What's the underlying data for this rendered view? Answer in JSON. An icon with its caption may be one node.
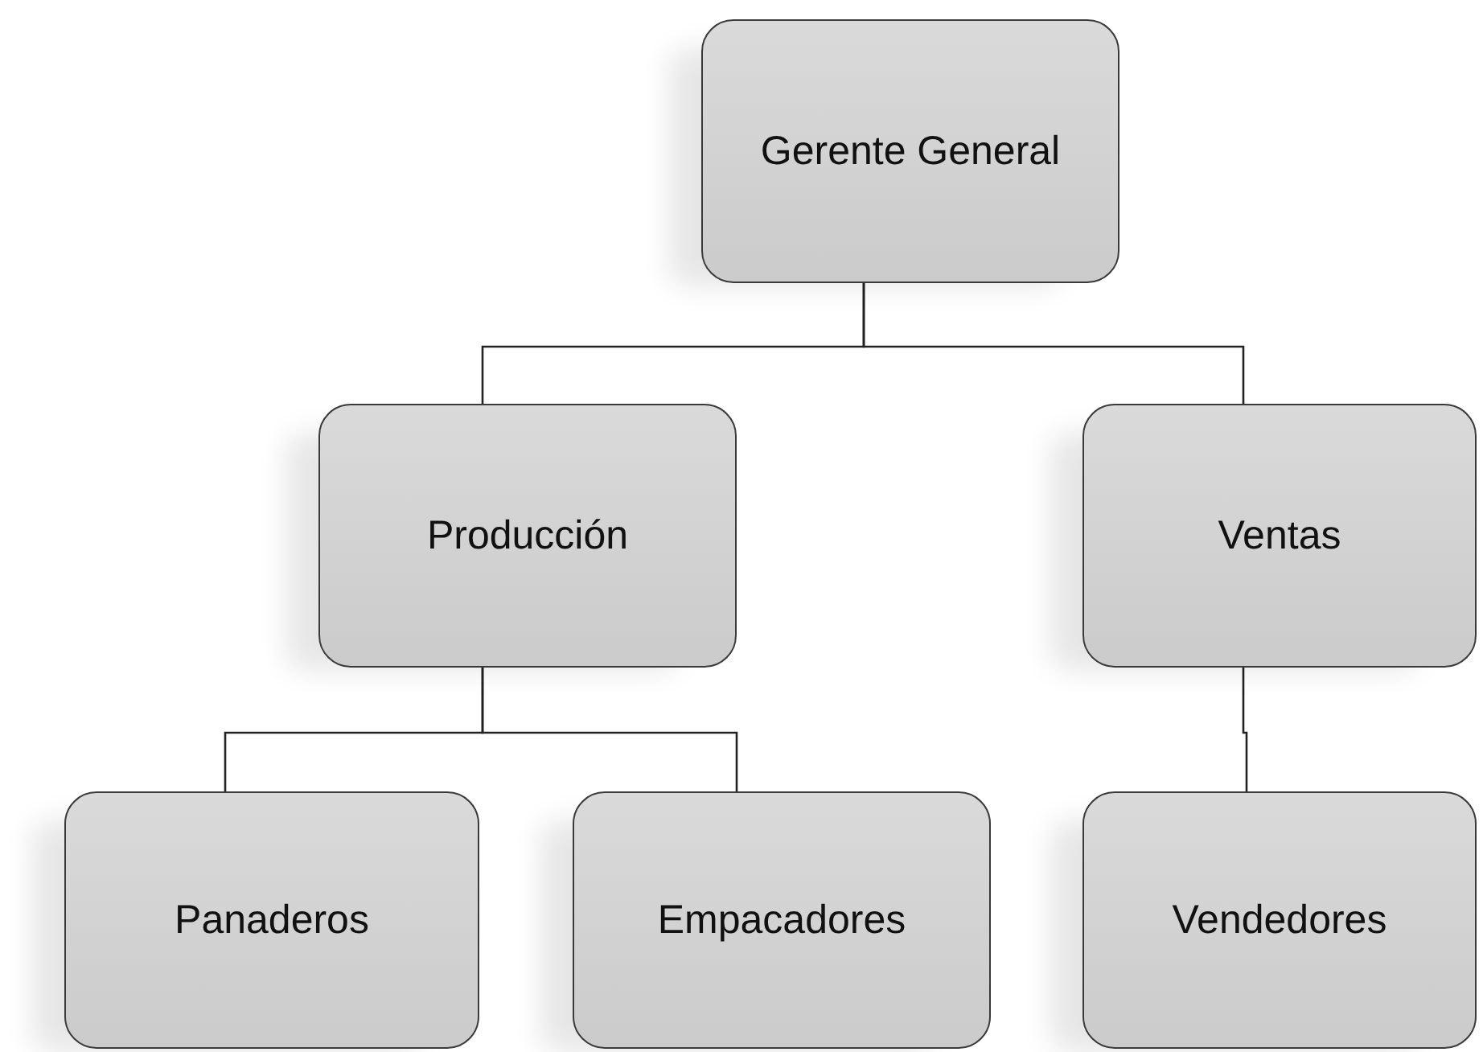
{
  "diagram": {
    "nodes": [
      {
        "text": [
          "Gerente General"
        ]
      },
      {
        "text": [
          "Producción"
        ]
      },
      {
        "text": [
          "Ventas"
        ]
      },
      {
        "text": [
          "Panaderos"
        ]
      },
      {
        "text": [
          "Empacadores"
        ]
      },
      {
        "text": [
          "Vendedores"
        ]
      }
    ],
    "edges": [
      {
        "from": 0,
        "to": 1,
        "arrow": "none"
      },
      {
        "from": 0,
        "to": 2,
        "arrow": "none"
      },
      {
        "from": 1,
        "to": 3,
        "arrow": "none"
      },
      {
        "from": 1,
        "to": 4,
        "arrow": "none"
      },
      {
        "from": 2,
        "to": 5,
        "arrow": "none"
      }
    ]
  }
}
